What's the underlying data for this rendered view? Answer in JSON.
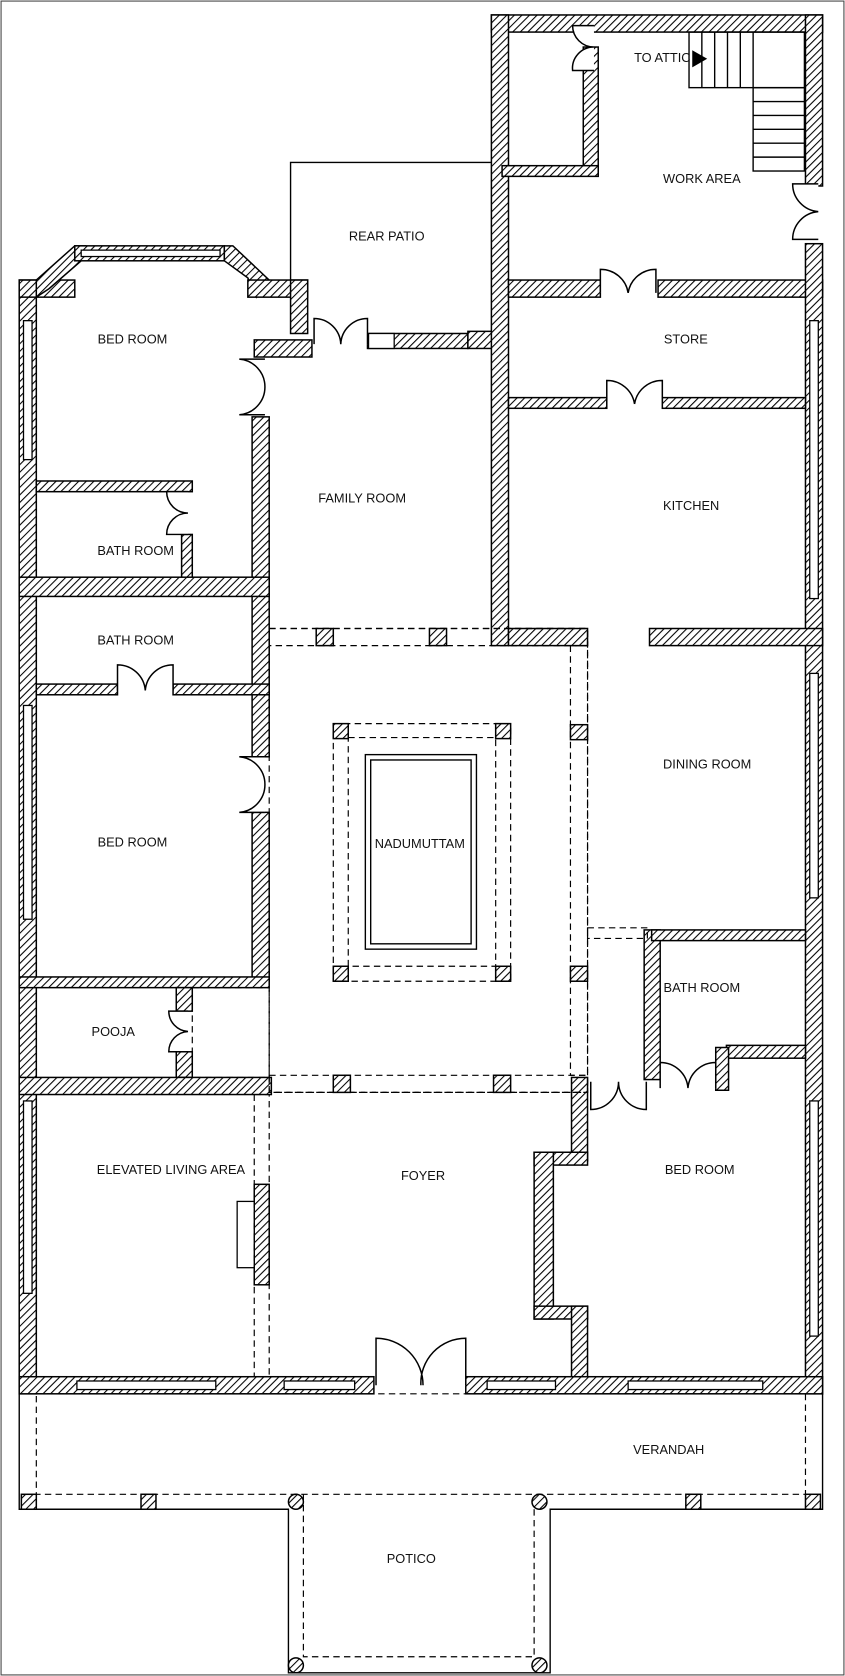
{
  "title": "Floor Plan",
  "rooms": {
    "rear_patio": "REAR PATIO",
    "to_attic": "TO ATTIC",
    "work_area": "WORK AREA",
    "bed_room_1": "BED ROOM",
    "store": "STORE",
    "family_room": "FAMILY ROOM",
    "kitchen": "KITCHEN",
    "bath_room_1": "BATH ROOM",
    "bath_room_2": "BATH ROOM",
    "dining_room": "DINING ROOM",
    "nadumuttam": "NADUMUTTAM",
    "bed_room_2": "BED ROOM",
    "bath_room_3": "BATH ROOM",
    "pooja": "POOJA",
    "elevated_living": "ELEVATED LIVING AREA",
    "foyer": "FOYER",
    "bed_room_3": "BED ROOM",
    "verandah": "VERANDAH",
    "potico": "POTICO"
  }
}
